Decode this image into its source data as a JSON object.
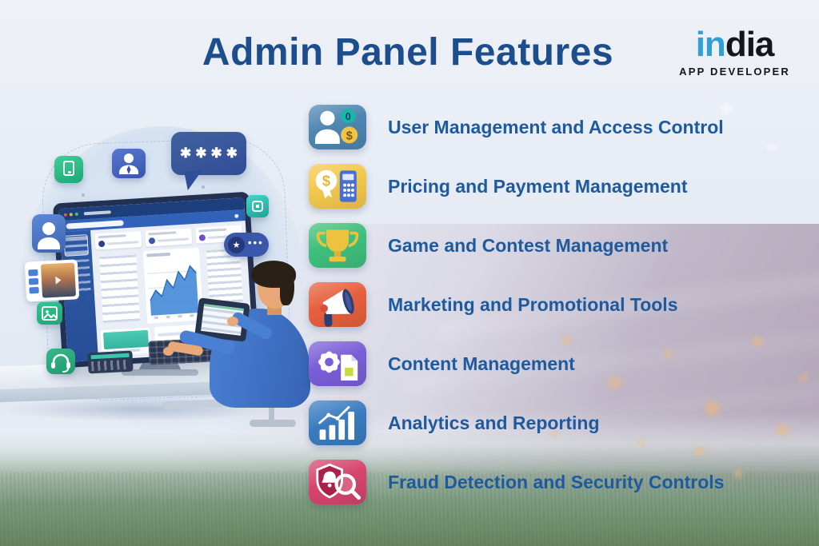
{
  "header": {
    "title": "Admin Panel Features",
    "logo": {
      "brand_blue": "in",
      "brand_dark": "dia",
      "tagline": "APP DEVELOPER"
    }
  },
  "features": [
    {
      "label": "User Management and Access Control",
      "icon": "user-coins-icon",
      "tile_color": "#4e86b2"
    },
    {
      "label": "Pricing and Payment Management",
      "icon": "dollar-calculator-icon",
      "tile_color": "#f2c84d"
    },
    {
      "label": "Game and Contest Management",
      "icon": "trophy-icon",
      "tile_color": "#3ec07c"
    },
    {
      "label": "Marketing and Promotional Tools",
      "icon": "megaphone-icon",
      "tile_color": "#e6603d"
    },
    {
      "label": "Content Management",
      "icon": "gear-document-icon",
      "tile_color": "#7a5ed8"
    },
    {
      "label": "Analytics and Reporting",
      "icon": "bar-chart-icon",
      "tile_color": "#3a7cc0"
    },
    {
      "label": "Fraud Detection and Security Controls",
      "icon": "shield-magnifier-icon",
      "tile_color": "#d6456d"
    }
  ],
  "illustration": {
    "password_bubble_text": "✱✱✱✱",
    "badge_star": "★",
    "badge_dots": "•••"
  },
  "colors": {
    "title_text": "#1c4e8d",
    "feature_text": "#1e5a9e",
    "logo_blue": "#2f9fd6",
    "logo_dark": "#15151d"
  }
}
